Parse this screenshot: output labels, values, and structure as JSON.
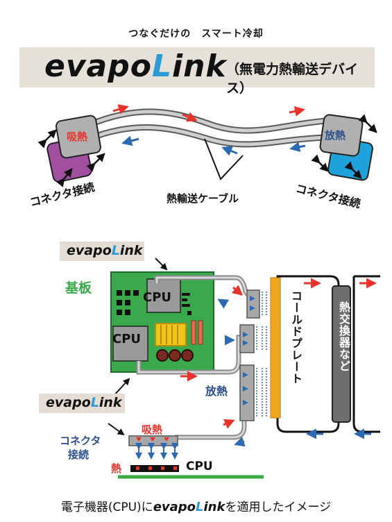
{
  "header": {
    "tagline": "つなぐだけの　スマート冷却",
    "brand": {
      "part1": "evapo",
      "part2": "L",
      "part3": "ink"
    },
    "subtitle": "（無電力熱輸送デバイス）"
  },
  "top_diagram": {
    "absorb_label": "吸熱",
    "release_label": "放熱",
    "connector_left": "コネクタ接続",
    "connector_right": "コネクタ接続",
    "cable_label": "熱輸送ケーブル"
  },
  "bottom_diagram": {
    "evapolink_tag": {
      "part1": "evapo",
      "part2": "L",
      "part3": "ink"
    },
    "board_label": "基板",
    "cpu_label_1": "CPU",
    "cpu_label_2": "CPU",
    "release_label": "放熱",
    "cold_plate_label": "コールドプレート",
    "heat_exchanger_label": "熱交換器など",
    "absorb_label": "吸熱",
    "connector_label_1": "コネクタ",
    "connector_label_2": "接続",
    "heat_label": "熱",
    "cpu_label_3": "CPU"
  },
  "caption": {
    "prefix": "電子機器(CPU)に",
    "brand": {
      "part1": "evapo",
      "part2": "L",
      "part3": "ink"
    },
    "suffix": "を適用したイメージ"
  },
  "colors": {
    "hot_arrow": "#e8332a",
    "cold_arrow": "#2c6ab3",
    "brand_L": "#2d9ad6",
    "absorb_block_back": "#a24fa0",
    "release_block_back": "#1fa2db",
    "block_front": "#b0b0b0",
    "board_green": "#3aa94b",
    "cold_plate": "#f0a81e",
    "heat_exchanger": "#6e6e6e",
    "ground_line": "#3aaa45"
  }
}
